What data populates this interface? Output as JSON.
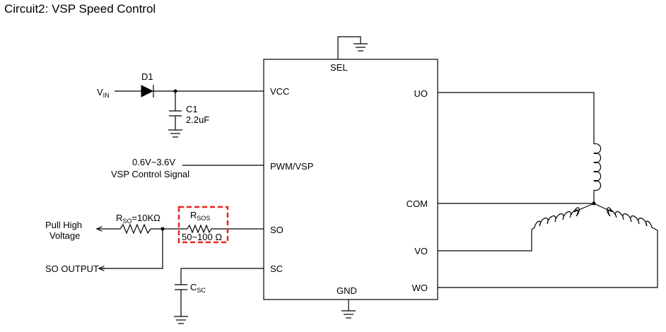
{
  "title": "Circuit2: VSP Speed Control",
  "ic": {
    "pins": {
      "sel": "SEL",
      "vcc": "VCC",
      "pwm_vsp": "PWM/VSP",
      "so": "SO",
      "sc": "SC",
      "gnd": "GND",
      "uo": "UO",
      "com": "COM",
      "vo": "VO",
      "wo": "WO"
    }
  },
  "vin": {
    "main": "V",
    "sub": "IN"
  },
  "diode": {
    "name": "D1"
  },
  "capacitor_c1": {
    "name": "C1",
    "value": "2.2uF"
  },
  "vsp_input": {
    "range": "0.6V~3.6V",
    "desc": "VSP Control Signal"
  },
  "r_so": {
    "main": "R",
    "sub": "SO",
    "suffix": "=10KΩ"
  },
  "r_sos": {
    "main": "R",
    "sub": "SOS",
    "value": "50~100 Ω"
  },
  "pull_high": {
    "line1": "Pull High",
    "line2": "Voltage"
  },
  "so_output": "SO OUTPUT",
  "c_sc": {
    "main": "C",
    "sub": "SC"
  },
  "colors": {
    "highlight": "#e8231d",
    "line": "#000000"
  }
}
